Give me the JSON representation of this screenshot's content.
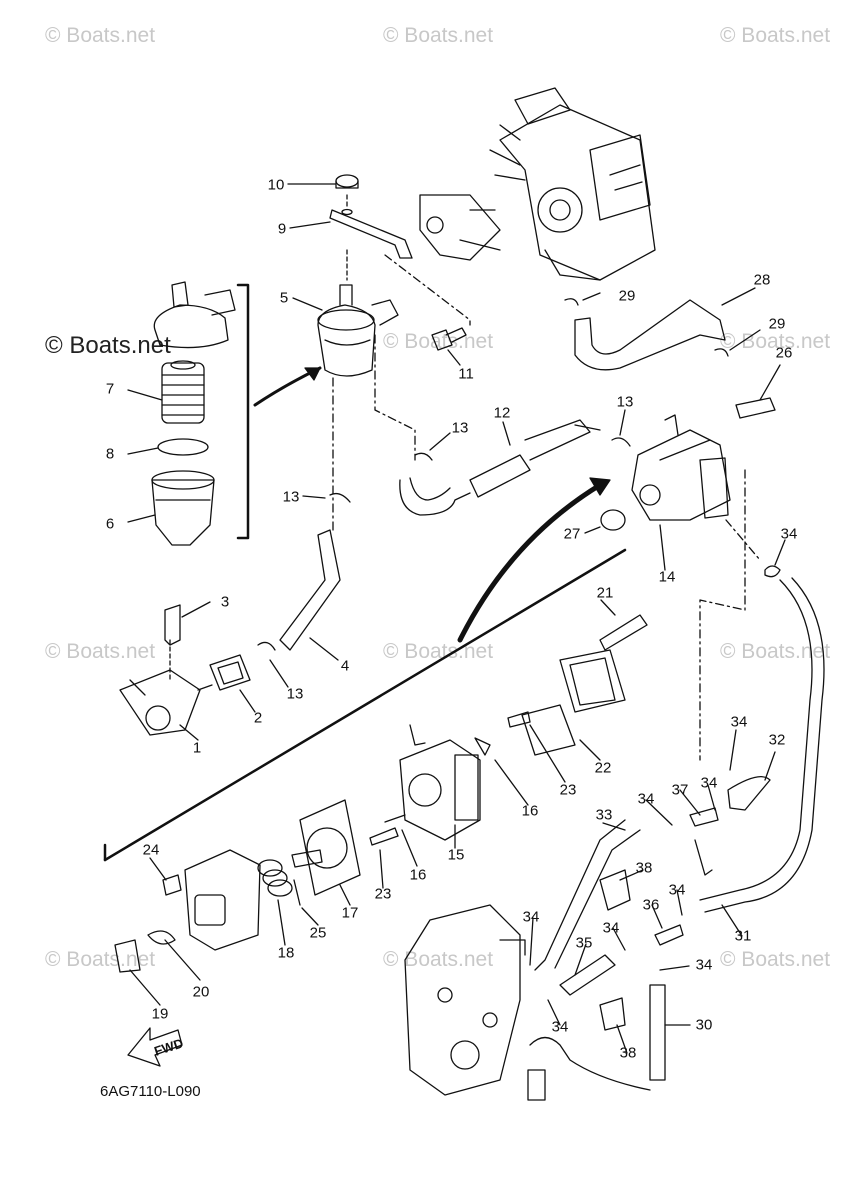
{
  "watermarks": {
    "text": "© Boats.net",
    "positions_note": ""
  },
  "diagram_code": "6AG7110-L090",
  "fwd_label": "FWD",
  "callouts": [
    "1",
    "2",
    "3",
    "4",
    "5",
    "6",
    "7",
    "8",
    "9",
    "10",
    "11",
    "12",
    "13",
    "14",
    "15",
    "16",
    "17",
    "18",
    "19",
    "20",
    "21",
    "22",
    "23",
    "24",
    "25",
    "26",
    "27",
    "28",
    "29",
    "30",
    "31",
    "32",
    "33",
    "34",
    "35",
    "36",
    "37",
    "38"
  ],
  "colors": {
    "line": "#111111",
    "watermark": "#c8c8c8",
    "background": "#ffffff"
  }
}
